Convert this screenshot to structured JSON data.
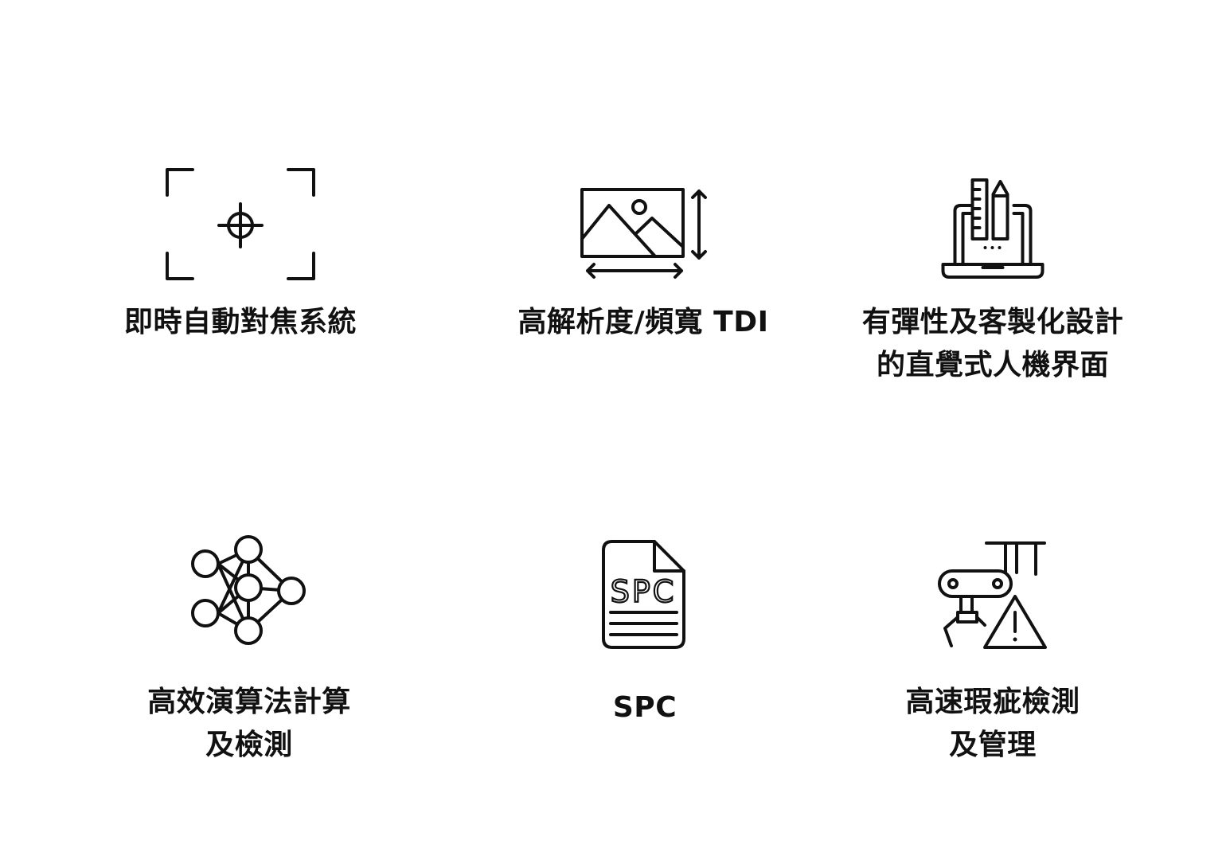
{
  "features": [
    {
      "lines": [
        "即時自動對焦系統"
      ],
      "icon": "autofocus-crosshair-icon"
    },
    {
      "lines": [
        "高解析度/頻寬 TDI"
      ],
      "icon": "image-resize-icon"
    },
    {
      "lines": [
        "有彈性及客製化設計",
        "的直覺式人機界面"
      ],
      "icon": "laptop-design-tools-icon"
    },
    {
      "lines": [
        "高效演算法計算",
        "及檢測"
      ],
      "icon": "neural-network-icon"
    },
    {
      "lines": [
        "SPC"
      ],
      "icon": "spc-document-icon",
      "icon_text": "SPC"
    },
    {
      "lines": [
        "高速瑕疵檢測",
        "及管理"
      ],
      "icon": "robot-warning-icon"
    }
  ]
}
